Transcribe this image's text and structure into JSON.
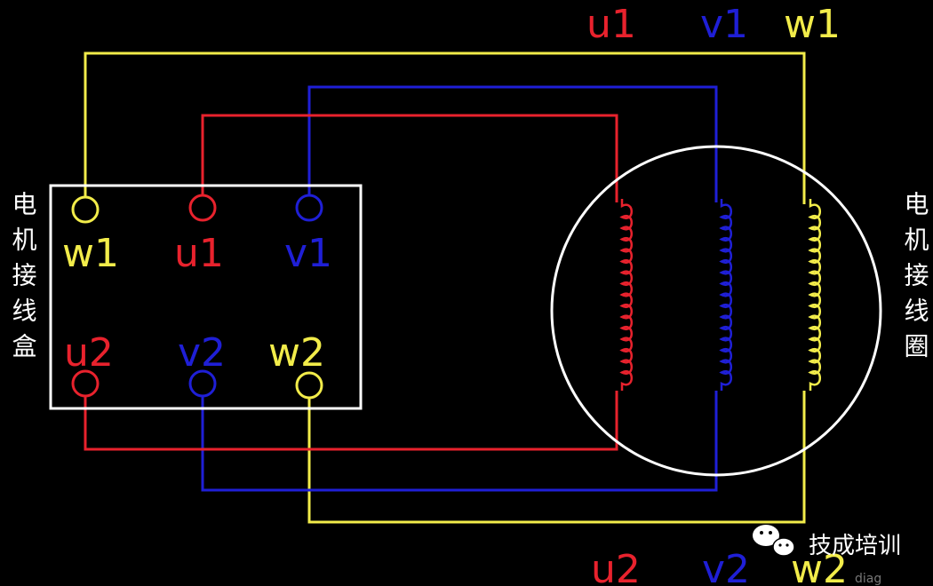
{
  "colors": {
    "background": "#000000",
    "phase_u": "#e8222d",
    "phase_v": "#1f1fd6",
    "phase_w": "#f2ec4a",
    "outline": "#ffffff",
    "watermark_text": "#ffffff",
    "watermark_faint": "#777777"
  },
  "diagram": {
    "terminal_box_label": "电机接线盒",
    "coil_label": "电机接线圈",
    "top_labels": {
      "u": "u1",
      "v": "v1",
      "w": "w1"
    },
    "bottom_labels": {
      "u": "u2",
      "v": "v2",
      "w": "w2"
    },
    "box_terminals_top": {
      "w": "w1",
      "u": "u1",
      "v": "v1"
    },
    "box_terminals_bottom": {
      "u": "u2",
      "v": "v2",
      "w": "w2"
    }
  },
  "watermark": {
    "icon": "wechat-icon",
    "text": "技成培训",
    "faint_text": "diag"
  }
}
